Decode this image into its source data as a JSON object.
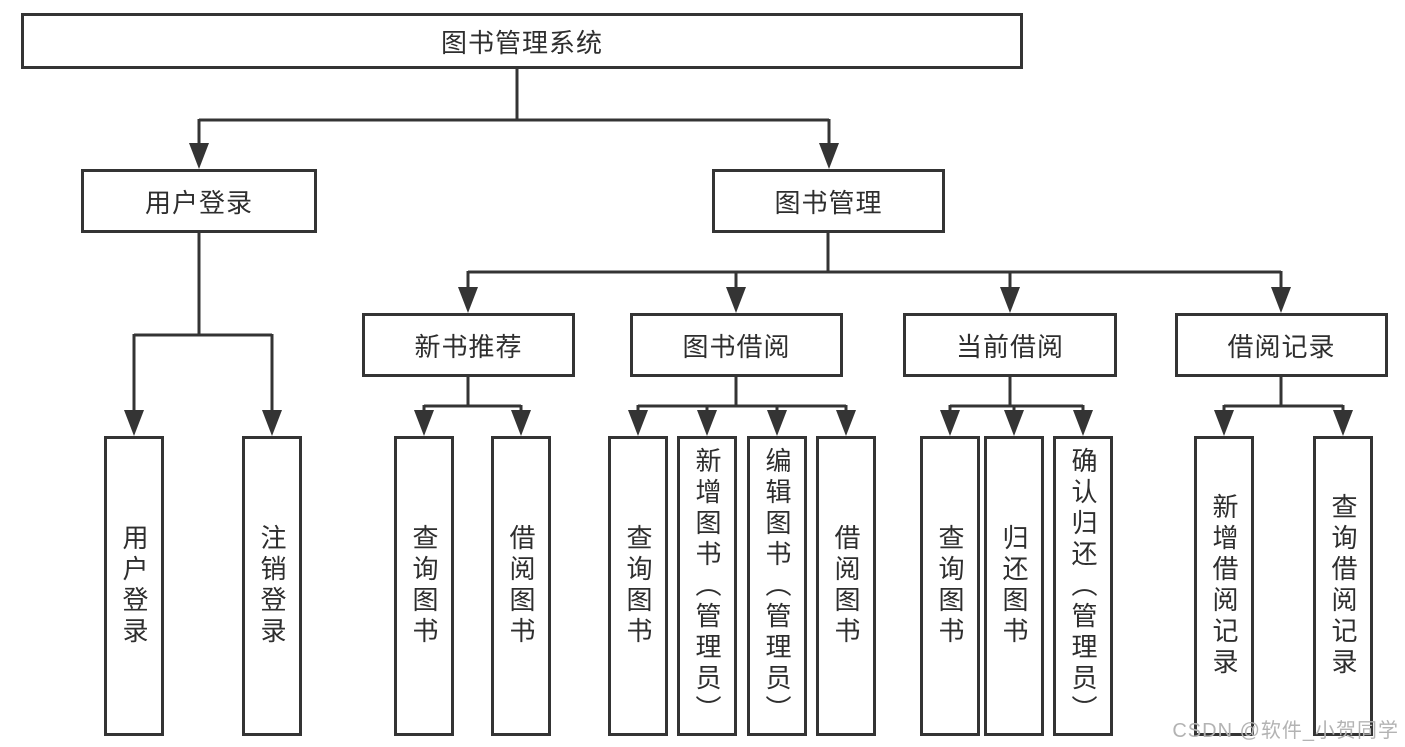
{
  "diagram": {
    "root": {
      "label": "图书管理系统"
    },
    "level2": [
      {
        "label": "用户登录"
      },
      {
        "label": "图书管理"
      }
    ],
    "level3": [
      {
        "label": "新书推荐"
      },
      {
        "label": "图书借阅"
      },
      {
        "label": "当前借阅"
      },
      {
        "label": "借阅记录"
      }
    ],
    "leaves": {
      "user_login": [
        "用户登录",
        "注销登录"
      ],
      "new_book_recommend": [
        "查询图书",
        "借阅图书"
      ],
      "book_borrow": [
        "查询图书",
        "新增图书（管理员）",
        "编辑图书（管理员）",
        "借阅图书"
      ],
      "current_borrow": [
        "查询图书",
        "归还图书",
        "确认归还（管理员）"
      ],
      "borrow_records": [
        "新增借阅记录",
        "查询借阅记录"
      ]
    }
  },
  "watermark": {
    "text": "CSDN @软件_小贺同学"
  },
  "colors": {
    "line": "#343434",
    "node_border": "#343434",
    "node_text": "#2e2e2e",
    "watermark_text": "#b3b3b3",
    "background": "#ffffff"
  }
}
